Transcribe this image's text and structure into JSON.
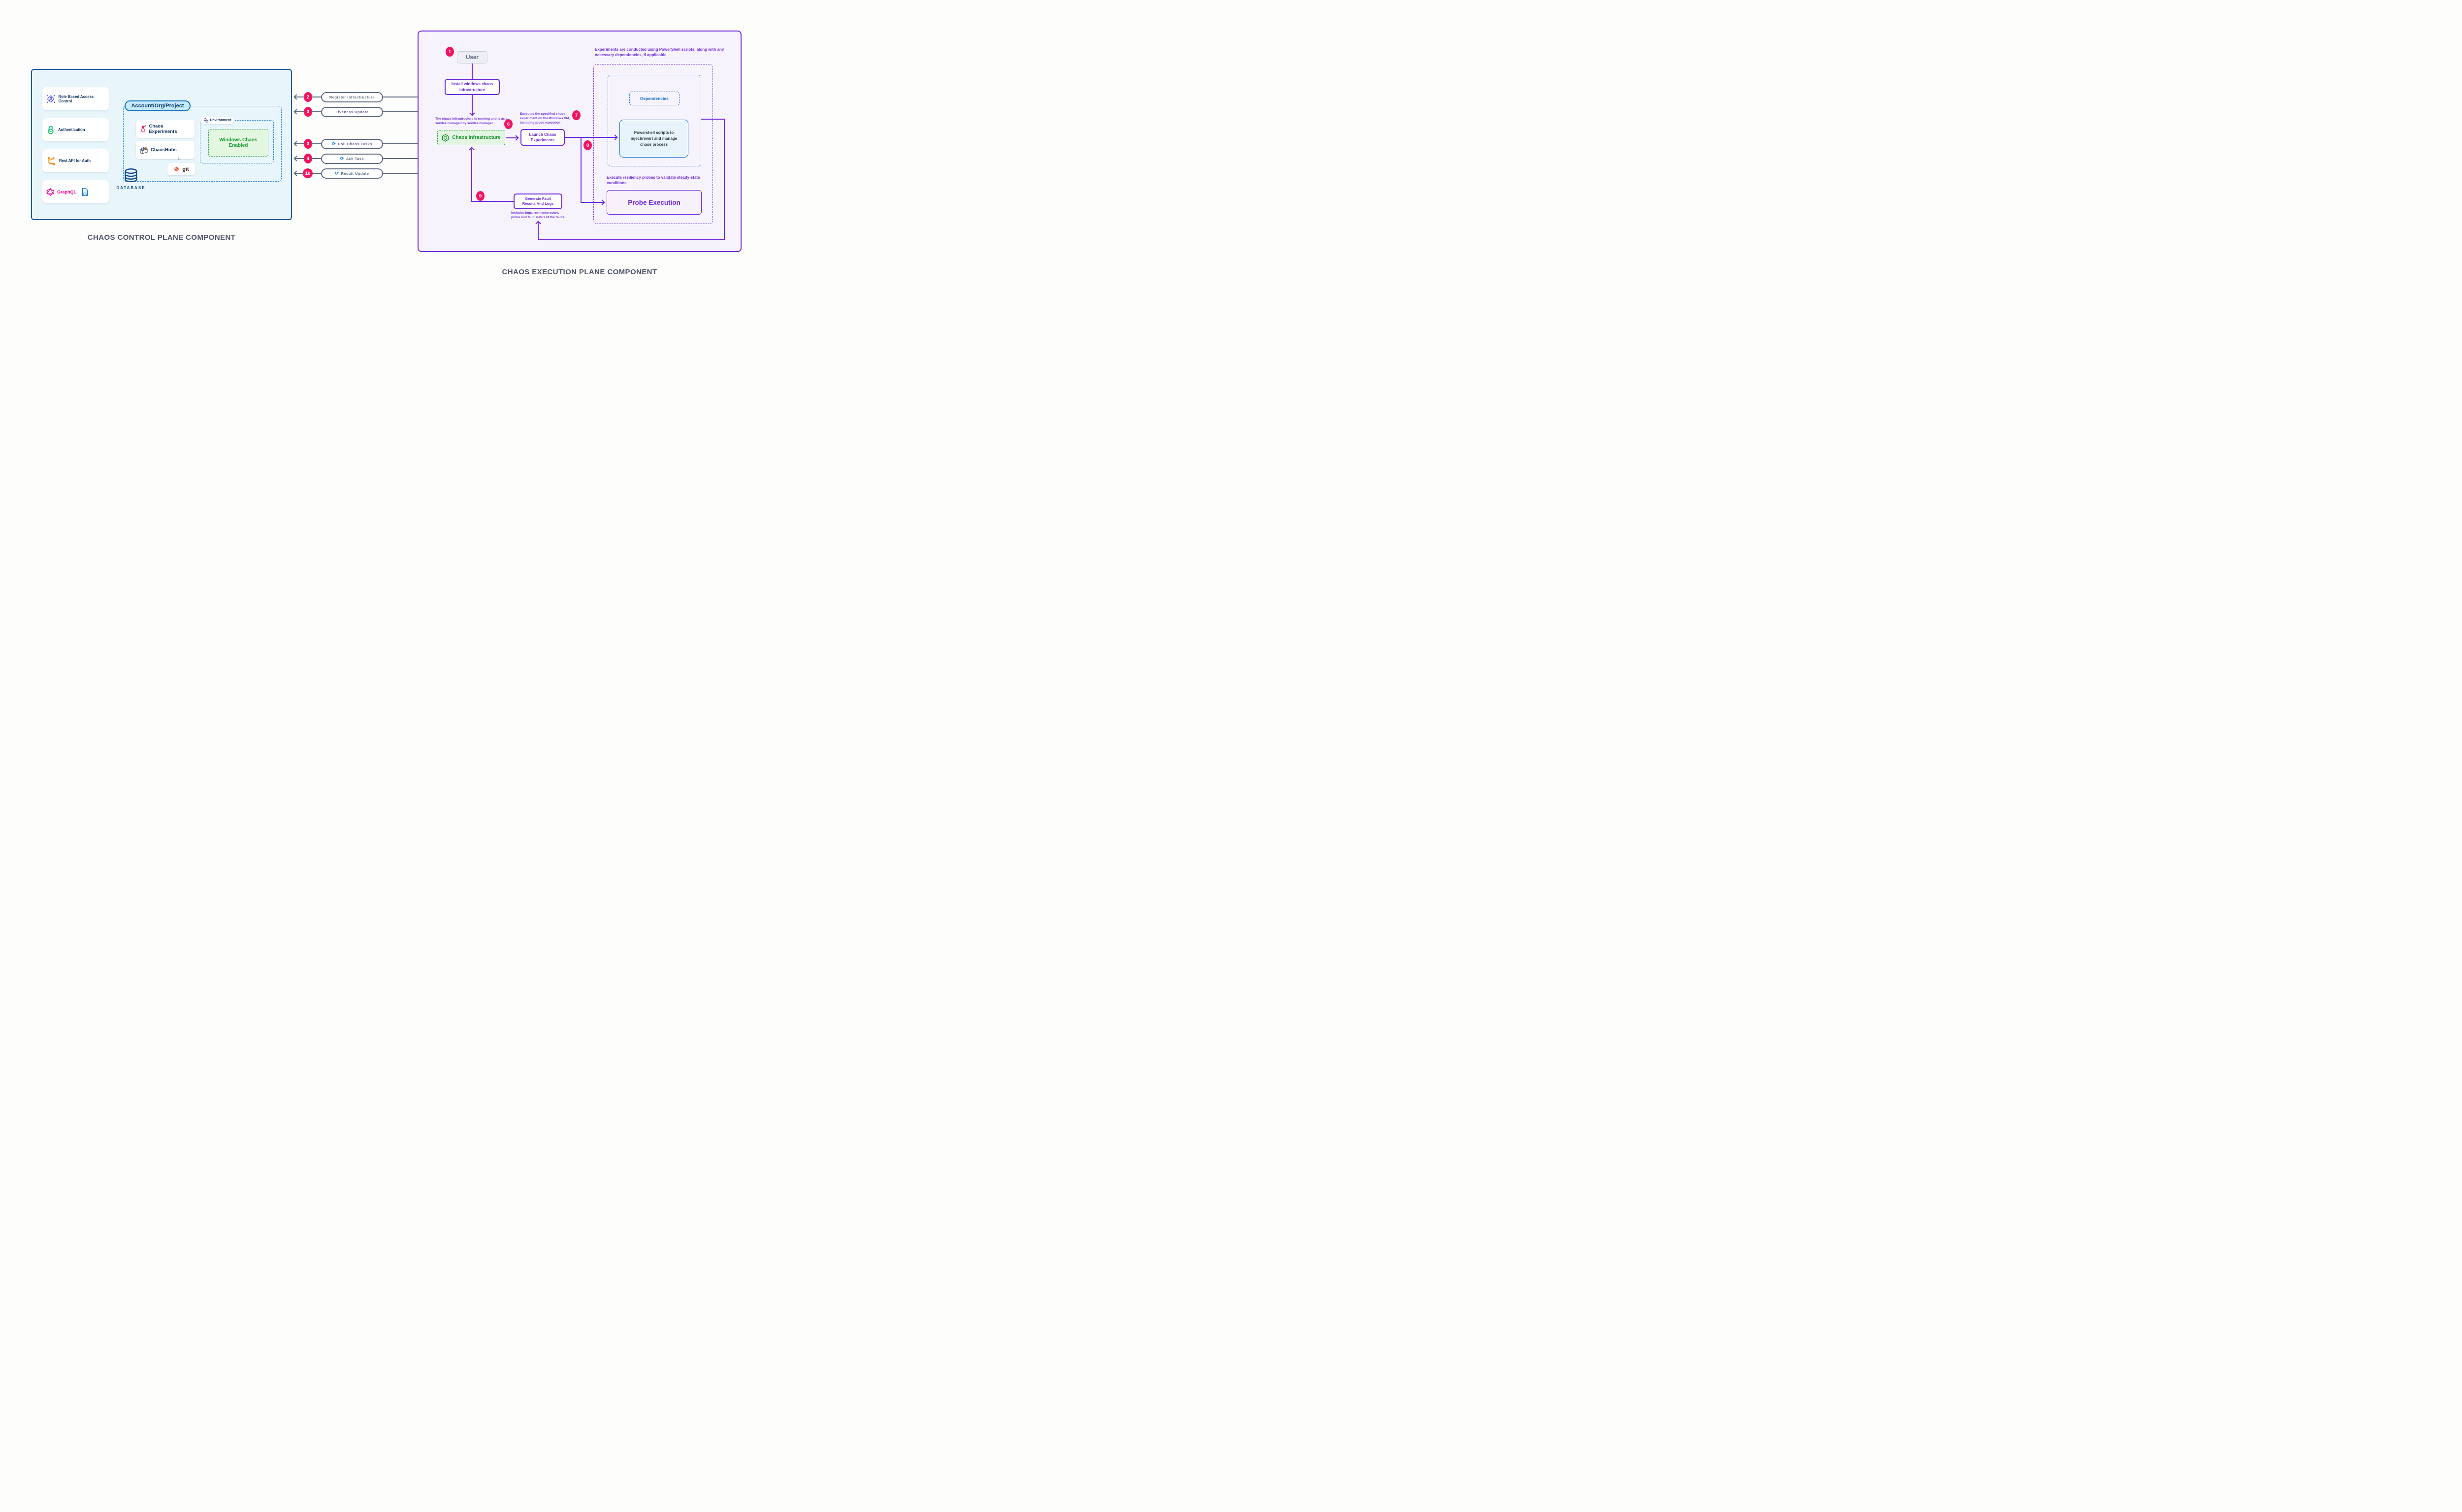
{
  "control_plane": {
    "title": "CHAOS CONTROL PLANE COMPONENT",
    "cards": {
      "rbac": "Role Based Access Control",
      "auth": "Authentication",
      "rest_api": "Rest API for Auth",
      "graphql": "GraphQL",
      "api_tag": "API"
    },
    "account_pill": "Account/Org/Project",
    "chaos_experiments": "Chaos Experiments",
    "chaoshubs": "ChaosHubs",
    "git": "git",
    "git_arrows": "↑↓",
    "environment": "Environment",
    "windows_chaos_enabled": "Windows Chaos Enabled",
    "database": "DATABASE"
  },
  "flows": [
    {
      "num": "2",
      "label": "Register Infrastructure"
    },
    {
      "num": "3",
      "label": "Liveness Update"
    },
    {
      "num": "3",
      "label": "Poll Chaos Tasks",
      "icon": "refresh"
    },
    {
      "num": "4",
      "label": "Ack Task",
      "icon": "refresh"
    },
    {
      "num": "10",
      "label": "Result Update",
      "icon": "refresh"
    }
  ],
  "refresh_glyph": "⟳",
  "execution_plane": {
    "title": "CHAOS EXECUTION PLANE COMPONENT",
    "steps": {
      "s1": "1",
      "s6": "6",
      "s7": "7",
      "s8": "8",
      "s9": "9"
    },
    "user": "User",
    "install": "Install windows chaos infrastructure",
    "note_running": "The chaos infrastructure is running and is as a service managed by service manager",
    "chaos_infrastructure": "Chaos Infrastructure",
    "note_executes": "Executes the specified chaos experiment on the Windows VM, including probe execution",
    "launch": "Launch Chaos Experiments",
    "note_powershell": "Experiments are conducted using PowerShell scripts, along with any necessary dependencies, if applicable",
    "dependencies": "Dependencies",
    "powershell": "Powershell scripts to inject/revert and manage chaos process",
    "note_probes": "Execute resiliency probes to validate steady-state conditions",
    "probe_execution": "Probe Execution",
    "generate_results": "Generate Fault Results And Logs",
    "note_includes": "Includes logs, resilience score, probe and fault status of the faults."
  },
  "colors": {
    "badge_pink": "#f2145f",
    "purple": "#6d28d9",
    "blue": "#1d7fd1",
    "green": "#2f9e47",
    "navy": "#14355f",
    "slate": "#5d6b82",
    "panel_left_bg": "#e8f5fb",
    "panel_right_bg": "#f7f3fc"
  }
}
